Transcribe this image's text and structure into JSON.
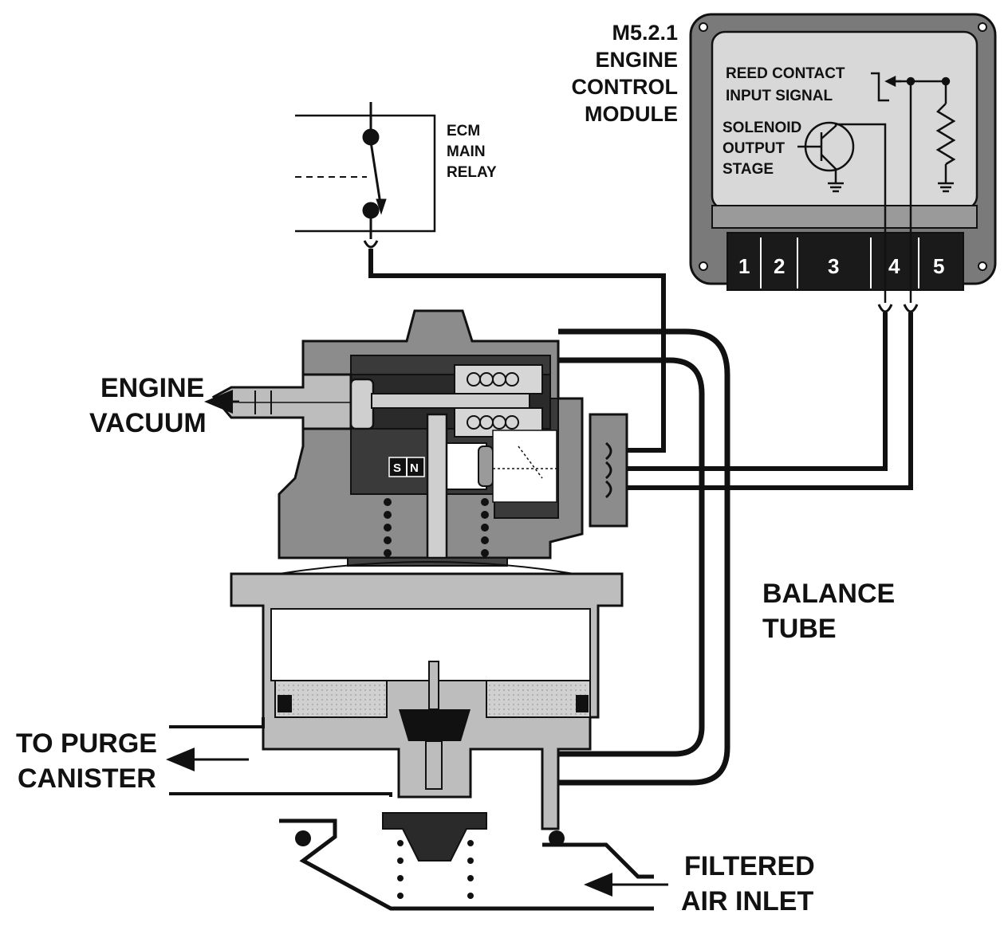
{
  "ecm": {
    "line1": "M5.2.1",
    "line2": "ENGINE",
    "line3": "CONTROL",
    "line4": "MODULE",
    "reed_line1": "REED CONTACT",
    "reed_line2": "INPUT SIGNAL",
    "solenoid_line1": "SOLENOID",
    "solenoid_line2": "OUTPUT",
    "solenoid_line3": "STAGE",
    "pins": [
      "1",
      "2",
      "3",
      "4",
      "5"
    ]
  },
  "relay": {
    "line1": "ECM",
    "line2": "MAIN",
    "line3": "RELAY"
  },
  "valve": {
    "magnet_s": "S",
    "magnet_n": "N"
  },
  "labels": {
    "engine_vacuum_1": "ENGINE",
    "engine_vacuum_2": "VACUUM",
    "balance_tube_1": "BALANCE",
    "balance_tube_2": "TUBE",
    "purge_1": "TO PURGE",
    "purge_2": "CANISTER",
    "air_1": "FILTERED",
    "air_2": "AIR INLET"
  },
  "colors": {
    "ink": "#111111",
    "body": "#8c8c8c",
    "dark": "#2a2a2a",
    "light": "#d6d6d6"
  }
}
